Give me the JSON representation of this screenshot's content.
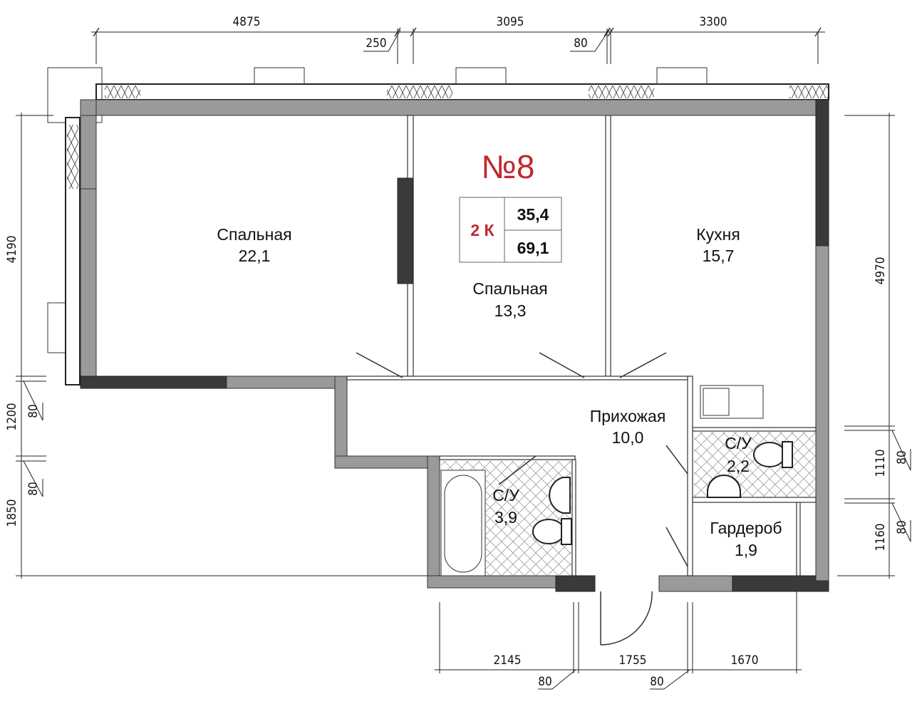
{
  "plan": {
    "apartment_number": "№8",
    "rooms_count": "2 К",
    "living_area": "35,4",
    "total_area": "69,1",
    "accent_color": "#c0282d"
  },
  "rooms": [
    {
      "name": "Спальная",
      "area": "22,1"
    },
    {
      "name": "Спальная",
      "area": "13,3"
    },
    {
      "name": "Кухня",
      "area": "15,7"
    },
    {
      "name": "Прихожая",
      "area": "10,0"
    },
    {
      "name": "С/У",
      "area": "3,9"
    },
    {
      "name": "С/У",
      "area": "2,2"
    },
    {
      "name": "Гардероб",
      "area": "1,9"
    }
  ],
  "dimensions": {
    "top": [
      "4875",
      "250",
      "3095",
      "80",
      "3300"
    ],
    "left": [
      "4190",
      "1200",
      "80",
      "80",
      "1850"
    ],
    "right": [
      "4970",
      "1110",
      "80",
      "1160",
      "80"
    ],
    "bottom": [
      "2145",
      "80",
      "1755",
      "80",
      "1670"
    ]
  }
}
